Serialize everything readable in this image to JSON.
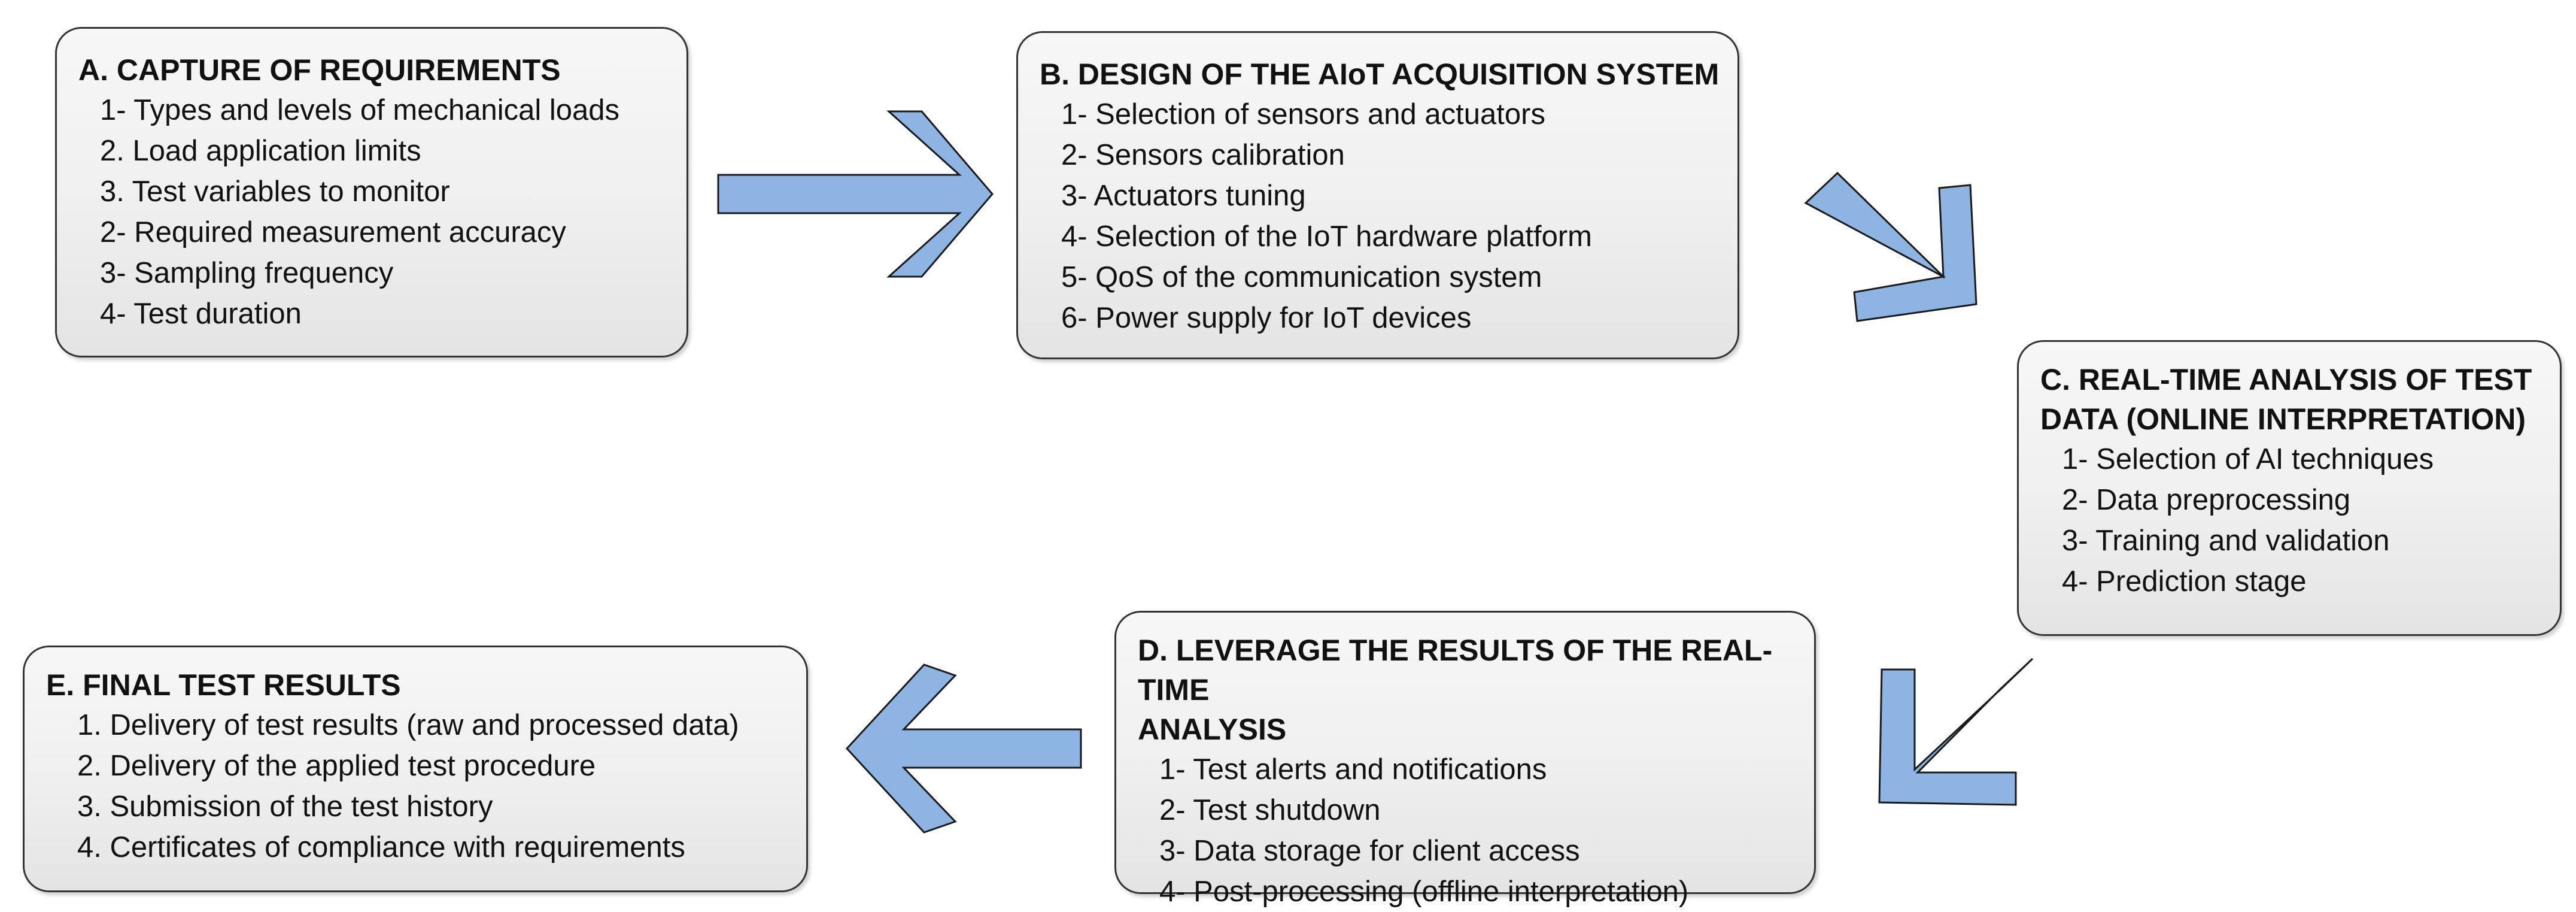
{
  "diagram": {
    "arrow_color": "#8eb4e3",
    "arrow_stroke": "#1a1a1a",
    "boxes": {
      "a": {
        "title": "A. CAPTURE OF REQUIREMENTS",
        "items": [
          "1- Types and levels of mechanical loads",
          "2. Load application limits",
          "3. Test variables to monitor",
          "2- Required measurement accuracy",
          "3- Sampling frequency",
          "4- Test duration"
        ]
      },
      "b": {
        "title": "B. DESIGN OF THE AIoT ACQUISITION SYSTEM",
        "items": [
          "1- Selection of sensors and actuators",
          "2- Sensors calibration",
          "3- Actuators tuning",
          "4- Selection of the IoT hardware platform",
          "5- QoS of the communication system",
          "6- Power supply for IoT devices"
        ]
      },
      "c": {
        "title_line1": "C. REAL-TIME ANALYSIS OF TEST",
        "title_line2": "DATA (ONLINE INTERPRETATION)",
        "items": [
          "1- Selection of AI techniques",
          "2- Data preprocessing",
          "3- Training and validation",
          "4- Prediction stage"
        ]
      },
      "d": {
        "title_line1": "D. LEVERAGE THE RESULTS OF THE REAL-TIME",
        "title_line2": "ANALYSIS",
        "items": [
          "1- Test alerts and notifications",
          "2- Test shutdown",
          "3- Data storage for client access",
          "4- Post-processing  (offline interpretation)"
        ]
      },
      "e": {
        "title": "E. FINAL TEST RESULTS",
        "items": [
          "1. Delivery of test results (raw and processed data)",
          "2. Delivery of the applied test procedure",
          "3. Submission of the test history",
          "4. Certificates of compliance with requirements"
        ]
      }
    }
  }
}
